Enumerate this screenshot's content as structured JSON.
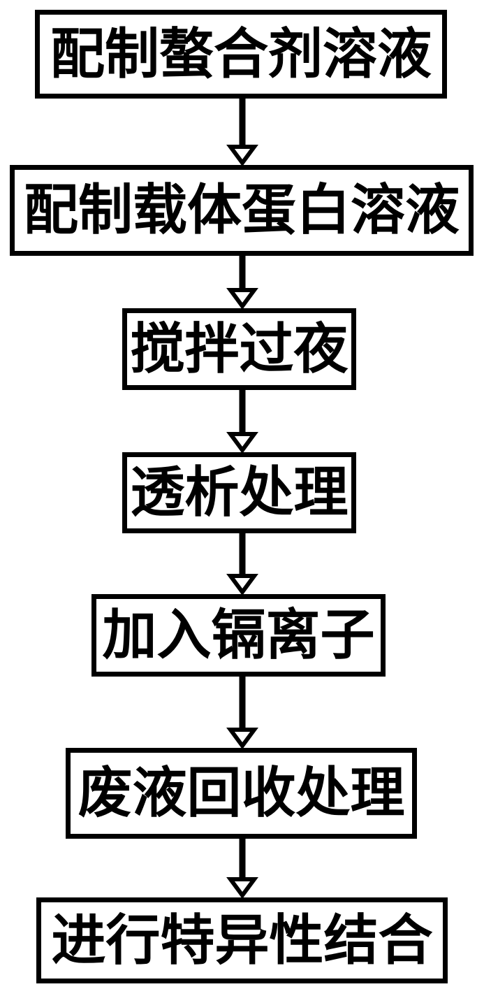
{
  "flowchart": {
    "type": "flowchart",
    "direction": "top-down",
    "colors": {
      "line": "#000000",
      "text": "#000000",
      "background": "#ffffff"
    },
    "steps": [
      {
        "label": "配制螯合剂溶液"
      },
      {
        "label": "配制载体蛋白溶液"
      },
      {
        "label": "搅拌过夜"
      },
      {
        "label": "透析处理"
      },
      {
        "label": "加入镉离子"
      },
      {
        "label": "废液回收处理"
      },
      {
        "label": "进行特异性结合"
      }
    ],
    "edges": [
      {
        "from": 0,
        "to": 1
      },
      {
        "from": 1,
        "to": 2
      },
      {
        "from": 2,
        "to": 3
      },
      {
        "from": 3,
        "to": 4
      },
      {
        "from": 4,
        "to": 5
      },
      {
        "from": 5,
        "to": 6
      }
    ]
  }
}
